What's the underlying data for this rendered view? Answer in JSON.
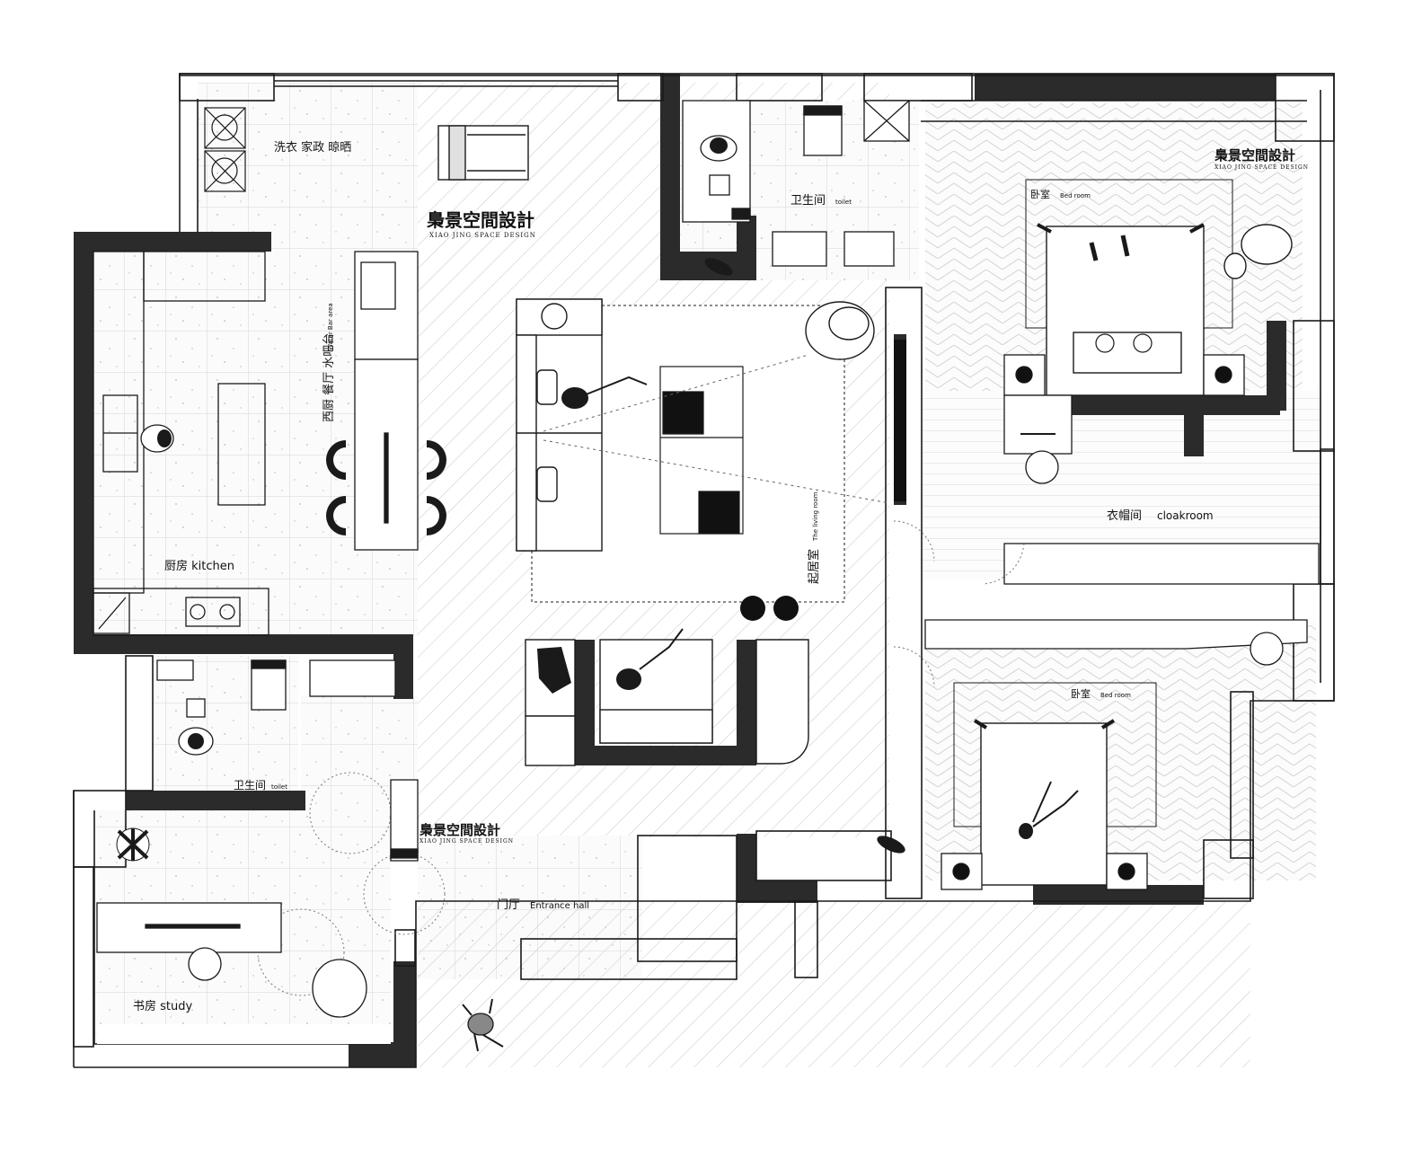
{
  "brand": {
    "name_cn": "梟景空間設計",
    "name_en": "XIAO JING SPACE DESIGN"
  },
  "rooms": {
    "laundry": "洗衣 家政 晾晒",
    "dining_cn": "西厨 餐厅 水吧台",
    "dining_en": "Water Bar area",
    "kitchen": "厨房 kitchen",
    "toilet_top_cn": "卫生间",
    "toilet_top_en": "toilet",
    "living_cn": "起居室",
    "living_en": "The living room",
    "bedroom1_cn": "卧室",
    "bedroom1_en": "Bed room",
    "cloakroom_cn": "衣帽间",
    "cloakroom_en": "cloakroom",
    "bedroom2_cn": "卧室",
    "bedroom2_en": "Bed room",
    "toilet_bottom_cn": "卫生间",
    "toilet_bottom_en": "toilet",
    "entrance_cn": "门厅",
    "entrance_en": "Entrance hall",
    "study": "书房 study"
  },
  "colors": {
    "wall": "#2b2b2b",
    "line": "#1a1a1a",
    "hatch": "#cfcfcf",
    "tile": "#e4e4e4"
  }
}
